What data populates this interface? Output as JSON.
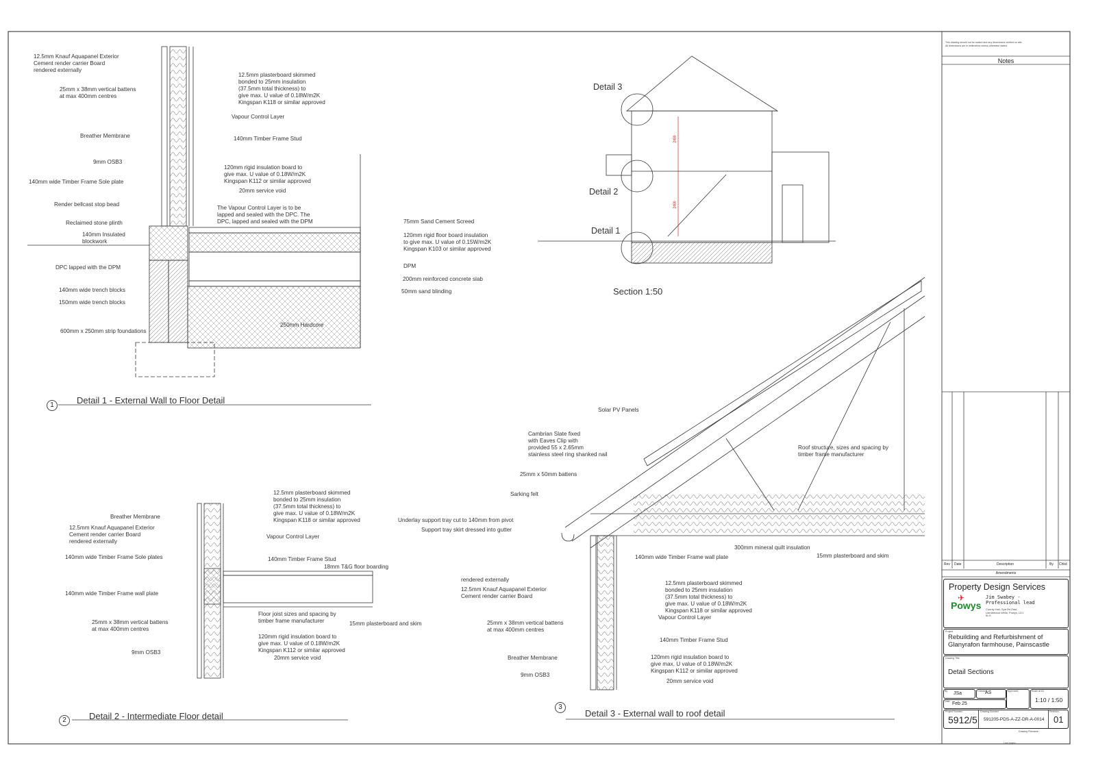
{
  "detail1": {
    "title": "Detail 1 - External Wall to Floor Detail",
    "number": "1",
    "labels": [
      "12.5mm Knauf Aquapanel Exterior\nCement render carrier Board\nrendered externally",
      "25mm x 38mm vertical battens\nat max 400mm centres",
      "Breather Membrane",
      "9mm OSB3",
      "140mm wide Timber Frame Sole plate",
      "Render bellcast stop bead",
      "Reclaimed stone plinth",
      "140mm Insulated\nblockwork",
      "DPC lapped with the DPM",
      "140mm wide trench blocks",
      "150mm wide trench blocks",
      "600mm x 250mm strip foundations",
      "12.5mm plasterboard skimmed\nbonded to 25mm insulation\n(37.5mm total thickness) to\ngive max. U value of 0.18W/m2K\nKingspan K118 or similar approved",
      "Vapour Control Layer",
      "140mm Timber Frame Stud",
      "120mm rigid insulation board to\ngive max. U value of 0.18W/m2K\nKingspan K112 or similar approved",
      "20mm service void",
      "The Vapour Control Layer is to be\nlapped and sealed with the DPC. The\nDPC, lapped and sealed with the DPM",
      "75mm Sand Cement Screed",
      "120mm rigid floor board insulation\nto give max. U value of 0.15W/m2K\nKingspan K103 or similar approved",
      "DPM",
      "200mm reinforced concrete slab",
      "50mm sand blinding",
      "250mm Hardcore"
    ]
  },
  "section": {
    "title": "Section 1:50",
    "callouts": [
      "Detail 3",
      "Detail 2",
      "Detail 1"
    ],
    "dimensions": [
      "2400",
      "2400"
    ]
  },
  "detail2": {
    "title": "Detail 2 - Intermediate Floor detail",
    "number": "2",
    "labels": [
      "12.5mm plasterboard skimmed\nbonded to 25mm insulation\n(37.5mm total thickness) to\ngive max. U value of 0.18W/m2K\nKingspan K118 or similar approved",
      "Breather Membrane",
      "12.5mm Knauf Aquapanel Exterior\nCement render carrier Board\nrendered externally",
      "Vapour Control Layer",
      "140mm wide Timber Frame Sole plates",
      "140mm Timber Frame Stud",
      "18mm T&G floor boarding",
      "140mm wide Timber Frame wall plate",
      "Floor joist sizes and spacing by\ntimber frame manufacturer",
      "15mm plasterboard and skim",
      "25mm x 38mm vertical battens\nat max 400mm centres",
      "120mm rigid insulation board to\ngive max. U value of 0.18W/m2K\nKingspan K112 or similar approved",
      "9mm OSB3",
      "20mm service void"
    ]
  },
  "detail3": {
    "title": "Detail 3 - External wall to roof detail",
    "number": "3",
    "labels": [
      "Solar PV Panels",
      "Cambrian Slate fixed\nwith Eaves Clip with\nprovided 55 x 2.65mm\nstainless steel ring shanked nail",
      "Roof structure, sizes and spacing by\ntimber frame manufacturer",
      "25mm x 50mm battens",
      "Sarking felt",
      "Underlay support tray cut to 140mm from pivot",
      "Support tray skirt dressed into gutter",
      "300mm mineral quilt insulation",
      "15mm plasterboard and skim",
      "140mm wide Timber Frame wall plate",
      "rendered externally",
      "12.5mm Knauf Aquapanel Exterior\nCement render carrier Board",
      "12.5mm plasterboard skimmed\nbonded to 25mm insulation\n(37.5mm total thickness) to\ngive max. U value of 0.18W/m2K\nKingspan K118 or similar approved",
      "Vapour Control Layer",
      "25mm x 38mm vertical battens\nat max 400mm centres",
      "140mm Timber Frame Stud",
      "Breather Membrane",
      "120mm rigid insulation board to\ngive max. U value of 0.18W/m2K\nKingspan K112 or similar approved",
      "9mm OSB3",
      "20mm service void"
    ]
  },
  "titleblock": {
    "disclaimer": "This drawing should not be scaled and any dimensions verified on site.\nAll dimensions are in millimetres unless otherwise stated.",
    "notes": "Notes",
    "amend_cols": [
      "Rev",
      "Date",
      "Description",
      "By",
      "Chkd"
    ],
    "amendments": "Amendments",
    "company": "Property Design Services",
    "logo": "Powys",
    "lead": "Jim Swabey -\nProfessional lead",
    "address": "County Hall, Spa Rd East,\nLlandrindod Wells, Powys, LD1\n5LG",
    "project_label": "Project",
    "project": "Rebuilding and Refurbishment of\nGlanyrafon farmhouse, Painscastle",
    "drawing_title_label": "Drawing Title",
    "drawing_title": "Detail Sections",
    "by_label": "By",
    "by": "JSa",
    "checked_label": "Checked",
    "checked": "AS",
    "approved_label": "Approved",
    "scale_label": "Scale at A1",
    "scale": "1:10 / 1:50",
    "date_label": "Date",
    "date": "Feb 25",
    "project_number_label": "Project Number",
    "project_number": "5912/5",
    "drawing_number_label": "Drawing Number",
    "drawing_number": "591205-PDS-A-ZZ-DR-A-0014",
    "revision_label": "Revision",
    "revision": "01",
    "filename_label": "Drawing Filename :",
    "saved_label": "Last saved :"
  }
}
